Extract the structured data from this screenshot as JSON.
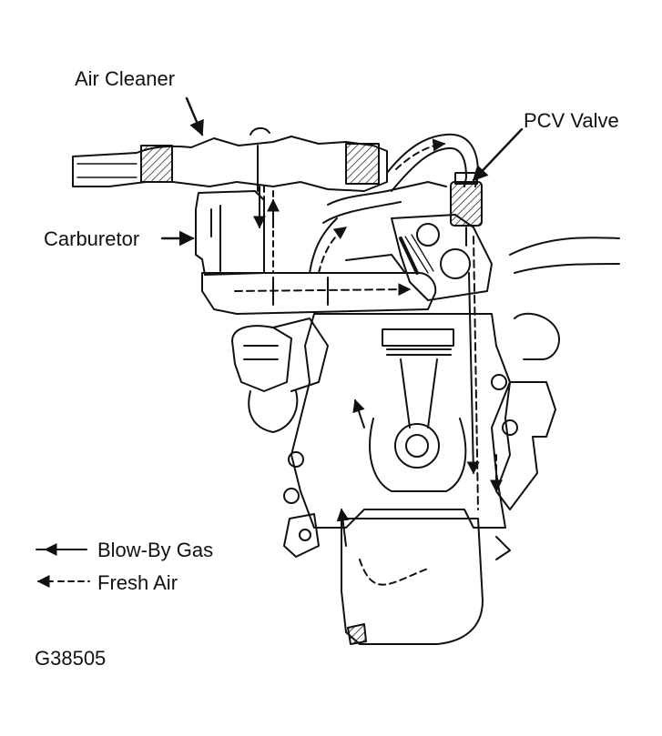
{
  "labels": {
    "air_cleaner": "Air Cleaner",
    "pcv_valve": "PCV Valve",
    "carburetor": "Carburetor"
  },
  "legend": {
    "blow_by": "Blow-By Gas",
    "fresh_air": "Fresh Air"
  },
  "figure_code": "G38505",
  "colors": {
    "ink": "#111111",
    "paper": "#ffffff"
  }
}
